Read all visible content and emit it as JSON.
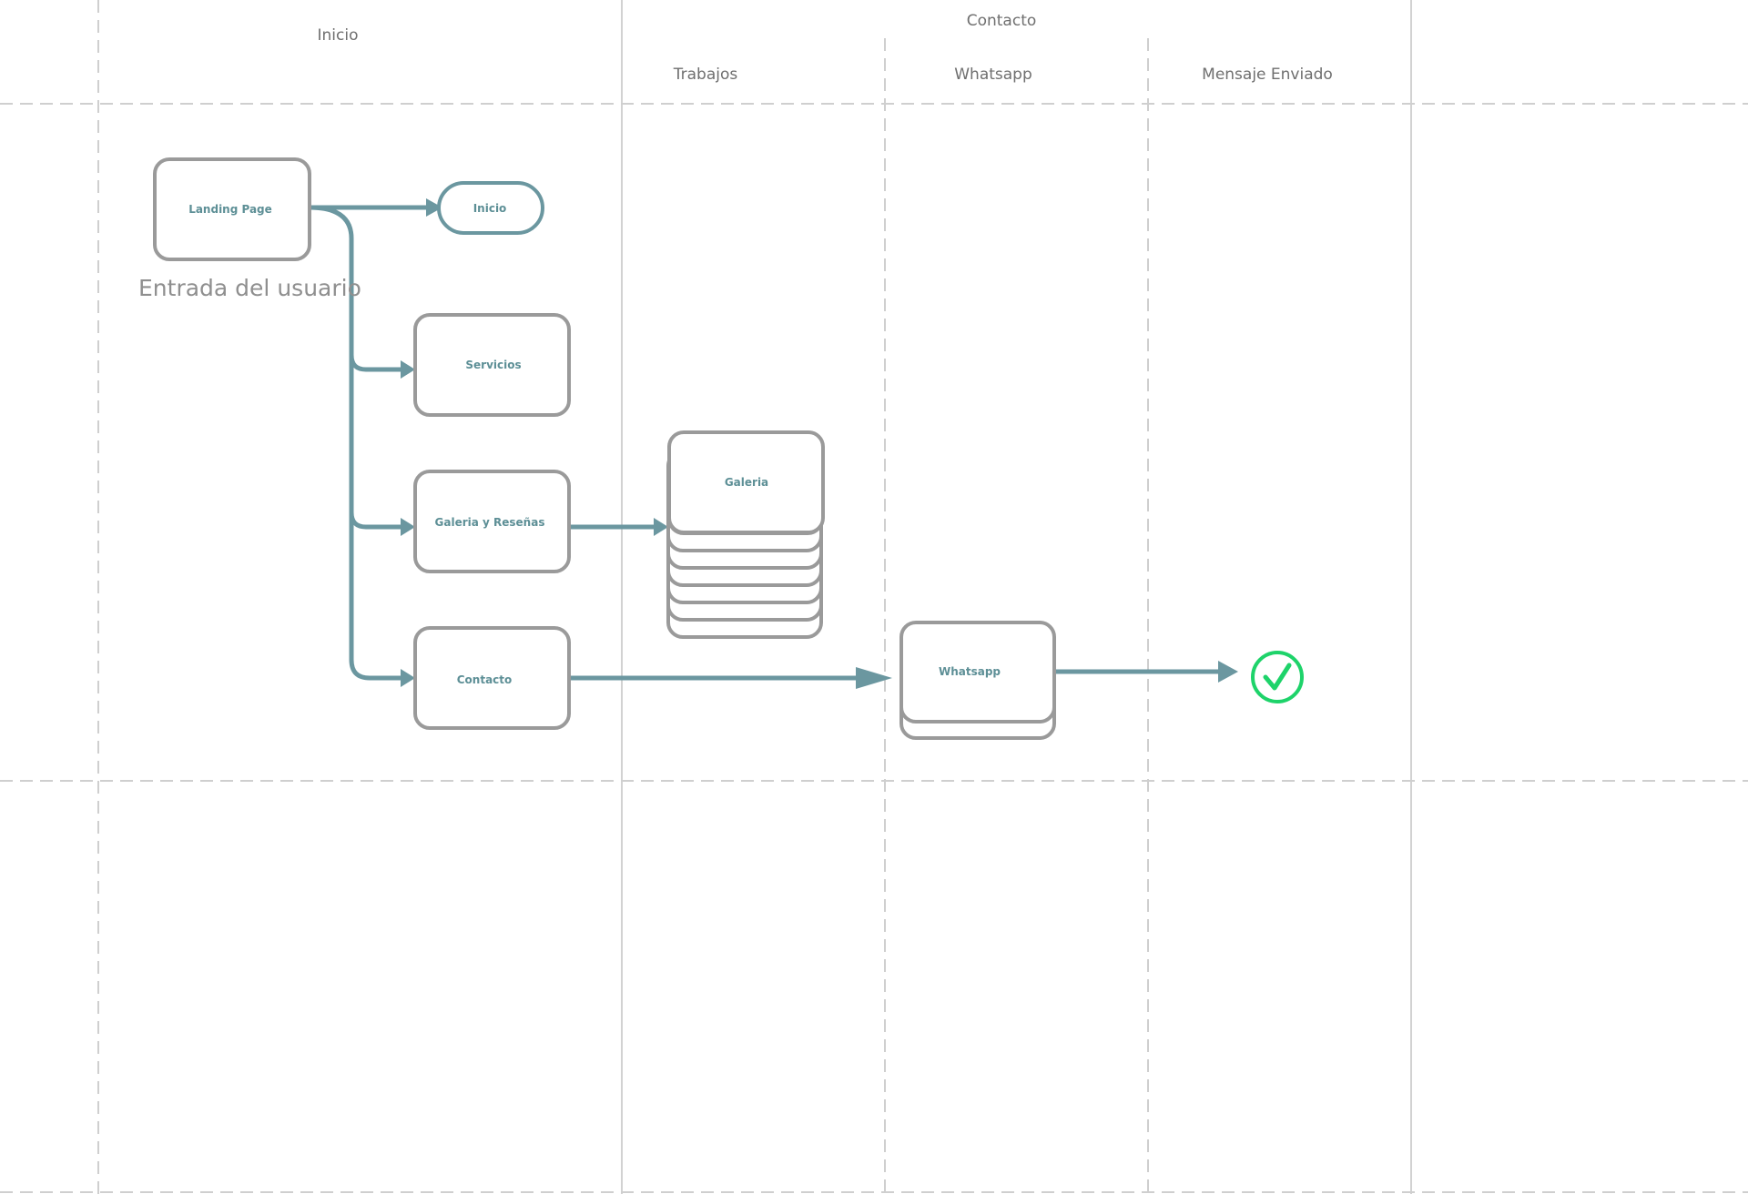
{
  "lanes": {
    "inicio": "Inicio",
    "contacto_group": "Contacto",
    "trabajos": "Trabajos",
    "whatsapp": "Whatsapp",
    "mensaje_enviado": "Mensaje Enviado"
  },
  "nodes": {
    "landing_page": "Landing Page",
    "inicio": "Inicio",
    "servicios": "Servicios",
    "galeria_resenas": "Galeria y Reseñas",
    "contacto": "Contacto",
    "galeria": "Galeria",
    "whatsapp": "Whatsapp"
  },
  "notes": {
    "entrada": "Entrada del usuario"
  },
  "colors": {
    "connector": "#6b97a0",
    "box_border": "#9a9a9a",
    "box_text": "#5d8f96",
    "success": "#1ed36a"
  },
  "icons": {
    "success": "check-circle-icon"
  }
}
